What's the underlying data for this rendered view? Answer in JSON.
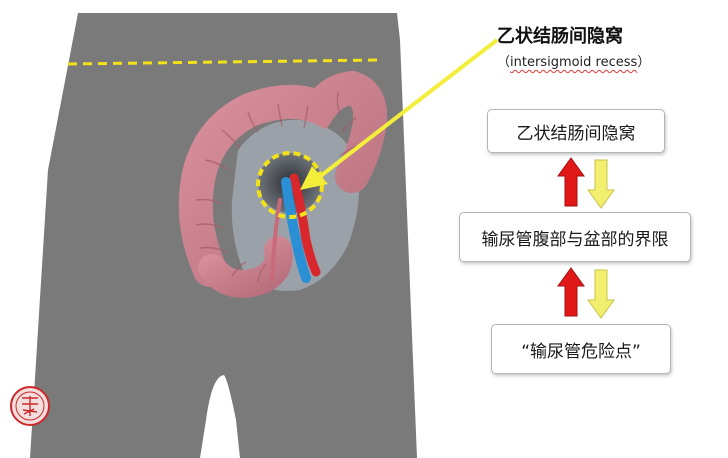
{
  "annotation": {
    "title": "乙状结肠间隐窝",
    "subtitle_open": "（",
    "subtitle_text": "intersigmoid recess",
    "subtitle_close": "）"
  },
  "flow": {
    "box1": "乙状结肠间隐窝",
    "box2": "输尿管腹部与盆部的界限",
    "box3": "“输尿管危险点”"
  },
  "colors": {
    "body": "#7a7a7a",
    "dashed_line": "#f3e21a",
    "pointer_arrow": "#f2ee3a",
    "red_arrow": "#e01818",
    "yellow_arrow": "#f3ef6e",
    "colon": "#c9808e",
    "artery": "#d8282e",
    "ureter": "#2a8fd4",
    "seal": "#cc2a2a"
  },
  "icons": {
    "up": "up-arrow-icon",
    "down": "down-arrow-icon",
    "seal": "seal-stamp-icon"
  }
}
